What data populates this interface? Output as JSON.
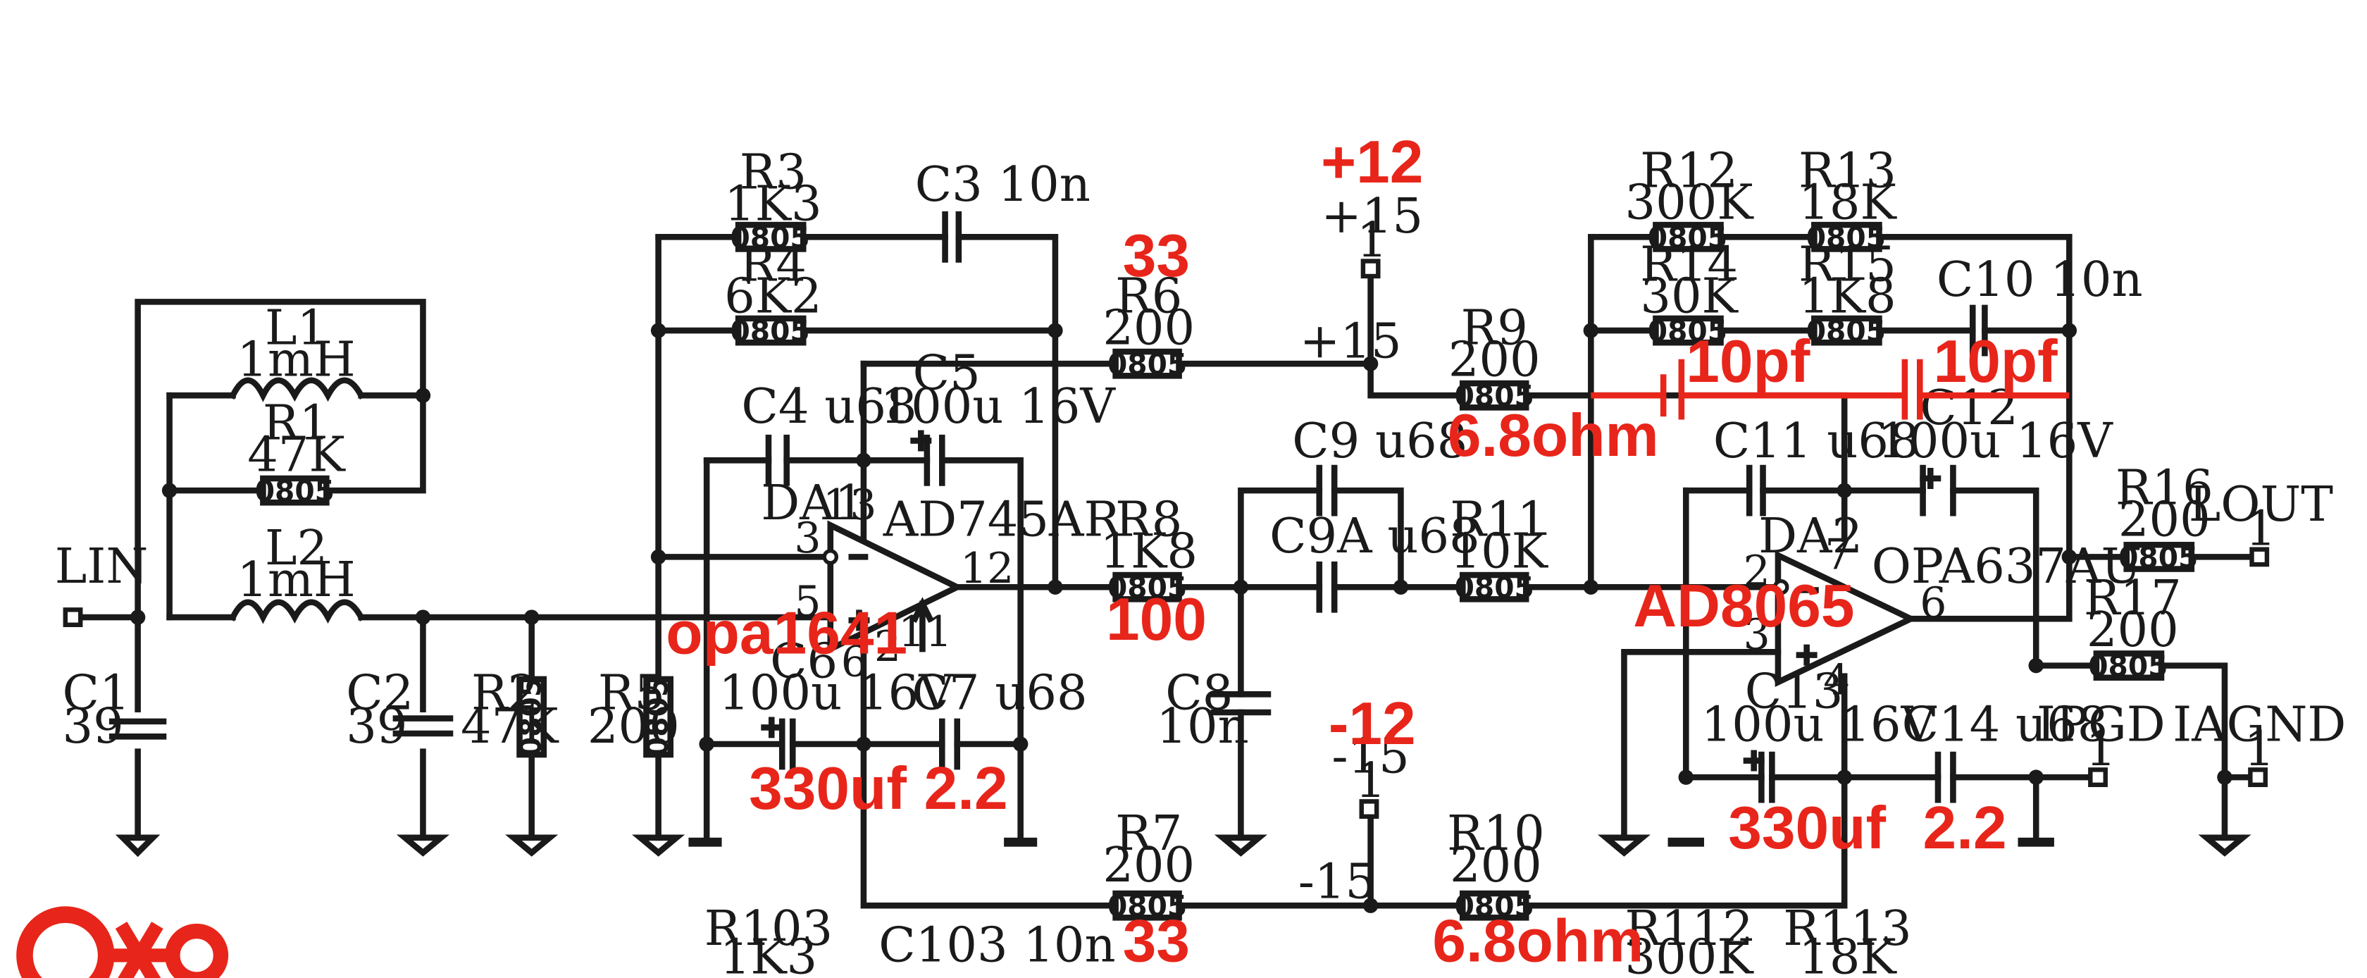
{
  "labels": {
    "r3": "R3",
    "r3v": "1K3",
    "c3": "C3  10n",
    "r4": "R4",
    "r4v": "6K2",
    "r6": "R6",
    "r6v": "200",
    "p15a": "+15",
    "p15": "+15",
    "p15n": "1",
    "r9": "R9",
    "r9v": "200",
    "r12": "R12",
    "r12v": "300K",
    "r13": "R13",
    "r13v": "18K",
    "r14": "R14",
    "r14v": "30K",
    "r15": "R15",
    "r15v": "1K8",
    "c10": "C10  10n",
    "l1": "L1",
    "l1v": "1mH",
    "r1": "R1",
    "r1v": "47K",
    "l2": "L2",
    "l2v": "1mH",
    "lin": "LIN",
    "c1": "C1",
    "c1v": "39",
    "c2": "C2",
    "c2v": "39",
    "r2": "R2",
    "r2v": "47K",
    "r5": "R5",
    "r5v": "200",
    "c4": "C4  u68",
    "c5": "C5",
    "c5v": "100u  16V",
    "da1": "DA1",
    "ad745": "AD745AR",
    "pin13": "13",
    "pin3": "3",
    "pin5": "5",
    "pin12": "12",
    "pin6": "6",
    "pin2": "2",
    "pin11": "11",
    "c6": "C6",
    "c6v": "100u  16V",
    "c7": "C7  u68",
    "r8": "R8",
    "r8v": "1K8",
    "c9": "C9  u68",
    "c9a": "C9A   u68",
    "c8": "C8",
    "c8v": "10n",
    "r11": "R11",
    "r11v": "10K",
    "c11": "C11  u68",
    "c12": "C12",
    "c12v": "100u  16V",
    "da2": "DA2",
    "opa637": "OPA637AU",
    "pin2b": "2",
    "pin7": "7",
    "pin3b": "3",
    "pin6b": "6",
    "pin4": "4",
    "c13": "C13",
    "c13v": "100u  16V",
    "c14": "C14  u68",
    "r16": "R16",
    "r16v": "200",
    "lout": "LOUT",
    "lout_n": "1",
    "r17": "R17",
    "r17v": "200",
    "ipgd": "IPGD",
    "ipgd_n": "1",
    "iagnd": "IAGND",
    "iagnd_n": "1",
    "m15": "-15",
    "m15n": "1",
    "m15a": "-15",
    "r7": "R7",
    "r7v": "200",
    "r10": "R10",
    "r10v": "200",
    "r103": "R103",
    "r103v": "1K3",
    "c103": "C103  10n",
    "r112": "R112",
    "r112v": "300K",
    "r113": "R113",
    "r113v": "18K",
    "pkg": "0805"
  },
  "annotations": {
    "plus12": "+12",
    "r6_33": "33",
    "r9_68": "6.8ohm",
    "pf1": "10pf",
    "pf2": "10pf",
    "opa1641": "opa1641",
    "uf330a": "330uf",
    "v22a": "2.2",
    "r8_100": "100",
    "ad8065": "AD8065",
    "minus12": "-12",
    "uf330b": "330uf",
    "v22b": "2.2",
    "r7_33": "33",
    "r10_68": "6.8ohm"
  },
  "colors": {
    "ink": "#1a1a1a",
    "annotation": "#e8251a"
  }
}
